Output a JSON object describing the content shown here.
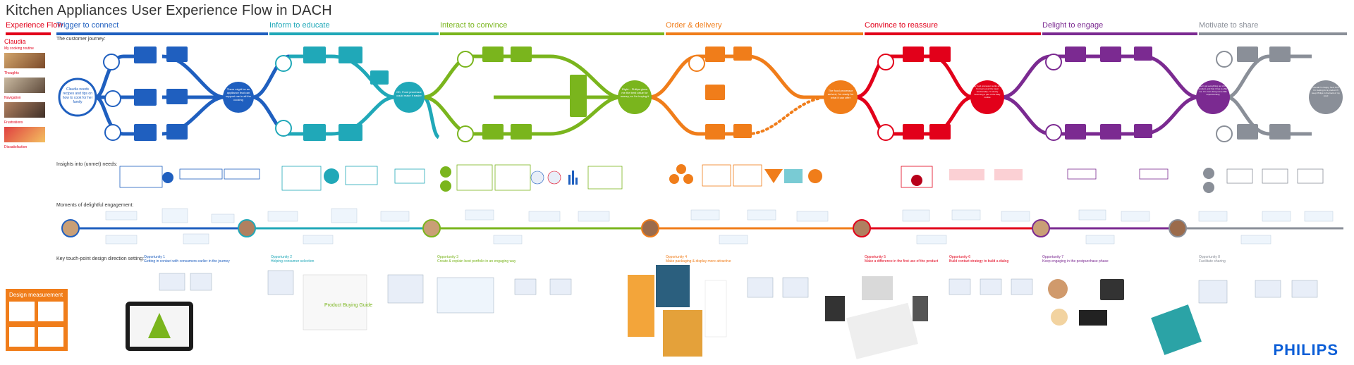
{
  "title": "Kitchen Appliances User Experience Flow in DACH",
  "experience_flow_label": "Experience Flow",
  "persona": {
    "name": "Claudia",
    "sections": [
      "My cooking routine",
      "Thoughts",
      "Navigation",
      "Frustrations",
      "Dissatisfaction"
    ]
  },
  "customer_journey_label": "The customer journey:",
  "insights_label": "Insights into (unmet) needs:",
  "moments_label": "Moments of delightful engagement:",
  "touchpoint_label": "Key touch-point design direction setting:",
  "stages": [
    {
      "label": "Trigger to connect",
      "color": "#1f5fbf"
    },
    {
      "label": "Inform to educate",
      "color": "#20a8b8"
    },
    {
      "label": "Interact to convince",
      "color": "#7ab51d"
    },
    {
      "label": "Order & delivery",
      "color": "#f07d1a"
    },
    {
      "label": "Convince to reassure",
      "color": "#e2001a"
    },
    {
      "label": "Delight to engage",
      "color": "#7b2a91"
    },
    {
      "label": "Motivate to share",
      "color": "#8a8f98"
    }
  ],
  "journey_circles": [
    {
      "text": "Claudia needs recipes and tips on how to cook for her family"
    },
    {
      "text": "There might be an appliance that can support me in all the cooking"
    },
    {
      "text": "OK, Food processor could make it easier"
    },
    {
      "text": "Right... Philips gives me the best value for money, so I'm buying it"
    },
    {
      "text": "The food processor arrived, I'm ready for what it can offer"
    },
    {
      "text": "My food processor works and I'm tired out all the basic functionality; I'm slowly becoming a part of the daily routine"
    },
    {
      "text": "I feel I got everything out of this product, and that it has to offer me. I'm even doing some little experimenting"
    },
    {
      "text": "Overall I'm happy. Next time I'm looking for a product I'll keep Philips in the back of my mind"
    }
  ],
  "opportunities": [
    {
      "title": "Opportunity 1",
      "text": "Getting in contact with consumers earlier in the journey"
    },
    {
      "title": "Opportunity 2",
      "text": "Helping consumer selection"
    },
    {
      "title": "Opportunity 3",
      "text": "Create & explain best portfolio in an engaging way"
    },
    {
      "title": "Opportunity 4",
      "text": "Make packaging & display more attractive"
    },
    {
      "title": "Opportunity 5",
      "text": "Make a difference in the first use of the product"
    },
    {
      "title": "Opportunity 6",
      "text": "Build contact strategy to build a dialog"
    },
    {
      "title": "Opportunity 7",
      "text": "Keep engaging in the postpurchase phase"
    },
    {
      "title": "Opportunity 8",
      "text": "Facilitate sharing"
    }
  ],
  "design_measurement": {
    "title": "Design measurement"
  },
  "product_guide_label": "Product Buying Guide",
  "brand": "PHILIPS"
}
